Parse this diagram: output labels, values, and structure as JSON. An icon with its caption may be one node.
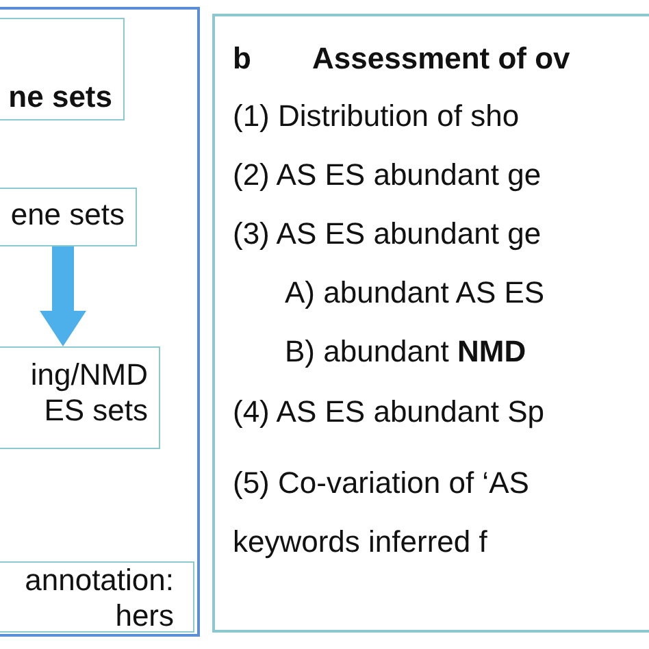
{
  "diagram": {
    "nodes": [
      {
        "text": [],
        "shape": "box"
      },
      {
        "text": [
          "ne sets"
        ],
        "in": 0
      },
      {
        "text": [
          "ene sets"
        ],
        "in": 0
      },
      {
        "text": [
          "ing/NMD ES sets"
        ],
        "in": 0
      },
      {
        "text": [
          "annotation: hers"
        ],
        "in": 0
      },
      {
        "text": [
          "b",
          "Assessment of ov",
          "(1) Distribution of sho",
          "(2) AS ES abundant ge",
          "(3) AS ES abundant ge",
          "A) abundant AS ES",
          "B) abundant **NMD**",
          "(4) AS ES abundant Sp",
          "(5) Co-variation of ‘AS keywords inferred f"
        ]
      }
    ],
    "edges": [
      {
        "from": 2,
        "to": 3,
        "arrow": "to",
        "color": "#4eb0ea"
      }
    ]
  }
}
